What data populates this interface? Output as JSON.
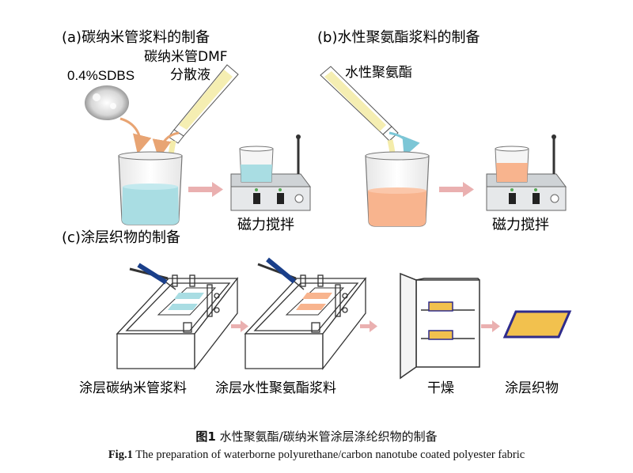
{
  "panels": {
    "a_title": "(a)碳纳米管浆料的制备",
    "b_title": "(b)水性聚氨酯浆料的制备",
    "c_title": "(c)涂层织物的制备"
  },
  "labels": {
    "sdbs": "0.4%SDBS",
    "cnt_dispersion_line1": "碳纳米管DMF",
    "cnt_dispersion_line2": "分散液",
    "waterborne_pu": "水性聚氨酯",
    "stir_a": "磁力搅拌",
    "stir_b": "磁力搅拌",
    "step_cnt_coat": "涂层碳纳米管浆料",
    "step_pu_coat": "涂层水性聚氨酯浆料",
    "step_dry": "干燥",
    "step_fabric": "涂层织物"
  },
  "caption": {
    "cn_prefix": "图1",
    "cn_text": "水性聚氨酯/碳纳米管涂层涤纶织物的制备",
    "en_prefix": "Fig.1",
    "en_text": "The preparation of waterborne polyurethane/carbon nanotube coated polyester fabric"
  },
  "colors": {
    "blue_liquid": "#a9dde3",
    "orange_liquid": "#f8b48e",
    "arrow_pink": "#eab0b0",
    "curve_orange": "#e8a473",
    "curve_blue": "#7cc6d6",
    "fabric_fill": "#f2c14e",
    "fabric_border": "#2f2c8c",
    "tube_yellow": "#f4ecaa"
  }
}
